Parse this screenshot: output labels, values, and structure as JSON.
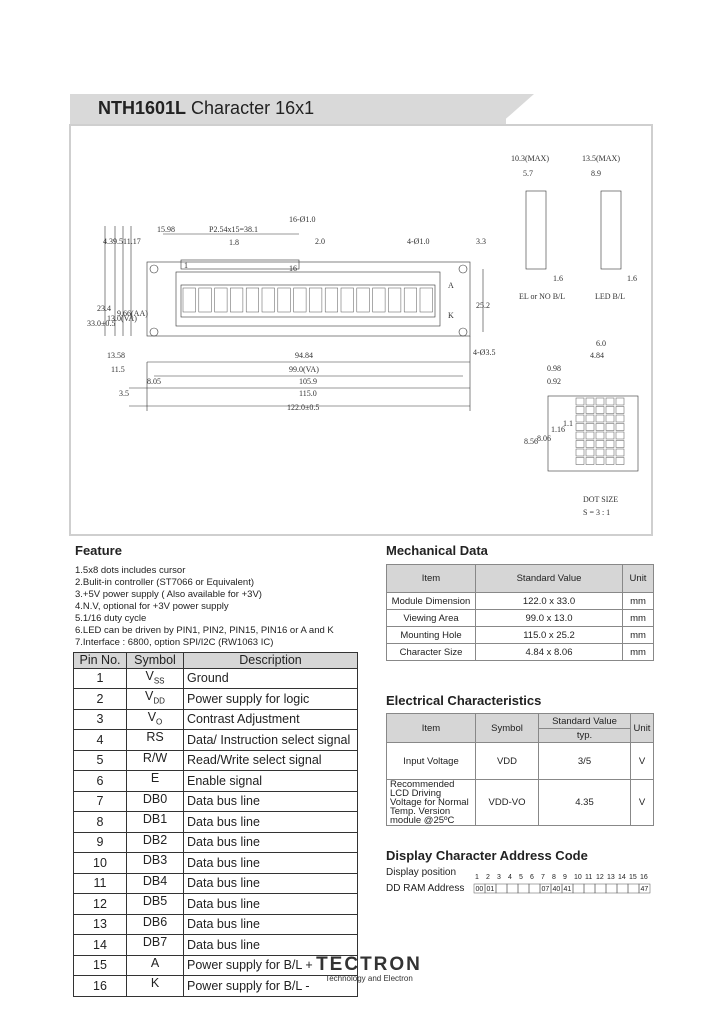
{
  "header": {
    "model": "NTH1601L",
    "subtitle": "Character 16x1"
  },
  "drawing": {
    "top_dims": [
      "15.98",
      "P2.54x15=38.1",
      "16-Ø1.0",
      "1.8",
      "2.0",
      "4-Ø1.0",
      "3.3"
    ],
    "left_dims": [
      "4.3",
      "9.5",
      "11.17",
      "33.0±0.5",
      "23.4",
      "13.0(VA)",
      "9.66(AA)"
    ],
    "right_dims": [
      "25.2",
      "4-Ø3.5"
    ],
    "bottom_dims": [
      "13.58",
      "94.84",
      "11.5",
      "99.0(VA)",
      "8.05",
      "105.9",
      "3.5",
      "115.0",
      "122.0±0.5"
    ],
    "pin_marks": [
      "1",
      "16"
    ],
    "ak": [
      "A",
      "K"
    ],
    "side_views": [
      {
        "top": "10.3(MAX)",
        "inner": "5.7",
        "bottom": "1.6",
        "label": "EL or NO B/L"
      },
      {
        "top": "13.5(MAX)",
        "inner": "8.9",
        "bottom": "1.6",
        "label": "LED B/L"
      }
    ],
    "dot_dims": [
      "6.0",
      "4.84",
      "0.98",
      "0.92",
      "8.56",
      "8.06",
      "1.16",
      "1.1"
    ],
    "dot_size_label": "DOT SIZE",
    "dot_scale": "S = 3 : 1"
  },
  "feature": {
    "title": "Feature",
    "items": [
      "1.5x8 dots includes cursor",
      "2.Bulit-in controller (ST7066 or Equivalent)",
      "3.+5V power supply ( Also available for +3V)",
      "4.N.V, optional for +3V power supply",
      "5.1/16 duty cycle",
      "6.LED can be driven by PIN1, PIN2, PIN15, PIN16 or A and K",
      "7.Interface : 6800, option SPI/I2C (RW1063 IC)"
    ]
  },
  "pin_table": {
    "headers": [
      "Pin No.",
      "Symbol",
      "Description"
    ],
    "rows": [
      {
        "no": "1",
        "sym": "V",
        "sub": "SS",
        "desc": "Ground"
      },
      {
        "no": "2",
        "sym": "V",
        "sub": "DD",
        "desc": "Power supply for logic"
      },
      {
        "no": "3",
        "sym": "V",
        "sub": "O",
        "desc": "Contrast Adjustment"
      },
      {
        "no": "4",
        "sym": "RS",
        "sub": "",
        "desc": "Data/ Instruction  select signal"
      },
      {
        "no": "5",
        "sym": "R/W",
        "sub": "",
        "desc": "Read/Write select signal"
      },
      {
        "no": "6",
        "sym": "E",
        "sub": "",
        "desc": "Enable signal"
      },
      {
        "no": "7",
        "sym": "DB0",
        "sub": "",
        "desc": "Data bus line"
      },
      {
        "no": "8",
        "sym": "DB1",
        "sub": "",
        "desc": "Data bus line"
      },
      {
        "no": "9",
        "sym": "DB2",
        "sub": "",
        "desc": "Data bus line"
      },
      {
        "no": "10",
        "sym": "DB3",
        "sub": "",
        "desc": "Data bus line"
      },
      {
        "no": "11",
        "sym": "DB4",
        "sub": "",
        "desc": "Data bus line"
      },
      {
        "no": "12",
        "sym": "DB5",
        "sub": "",
        "desc": "Data bus line"
      },
      {
        "no": "13",
        "sym": "DB6",
        "sub": "",
        "desc": "Data bus line"
      },
      {
        "no": "14",
        "sym": "DB7",
        "sub": "",
        "desc": "Data bus line"
      },
      {
        "no": "15",
        "sym": "A",
        "sub": "",
        "desc": "Power supply for B/L +"
      },
      {
        "no": "16",
        "sym": "K",
        "sub": "",
        "desc": "Power supply for B/L -"
      }
    ]
  },
  "mechanical": {
    "title": "Mechanical Data",
    "headers": [
      "Item",
      "Standard Value",
      "Unit"
    ],
    "rows": [
      [
        "Module Dimension",
        "122.0 x 33.0",
        "mm"
      ],
      [
        "Viewing Area",
        "99.0 x 13.0",
        "mm"
      ],
      [
        "Mounting Hole",
        "115.0 x 25.2",
        "mm"
      ],
      [
        "Character Size",
        "4.84 x 8.06",
        "mm"
      ]
    ]
  },
  "electrical": {
    "title": "Electrical Characteristics",
    "headers": {
      "item": "Item",
      "symbol": "Symbol",
      "std": "Standard Value",
      "typ": "typ.",
      "unit": "Unit"
    },
    "rows": [
      {
        "item": "Input Voltage",
        "symbol": "VDD",
        "typ": "3/5",
        "unit": "V"
      },
      {
        "item": "Recommended LCD Driving Voltage for Normal Temp. Version module @25ºC",
        "symbol": "VDD-VO",
        "typ": "4.35",
        "unit": "V"
      }
    ]
  },
  "address": {
    "title": "Display Character Address Code",
    "pos_label": "Display position",
    "positions": [
      "1",
      "2",
      "3",
      "4",
      "5",
      "6",
      "7",
      "8",
      "9",
      "10",
      "11",
      "12",
      "13",
      "14",
      "15",
      "16"
    ],
    "ram_label": "DD RAM Address",
    "ram_values": [
      "00",
      "01",
      "",
      "",
      "",
      "",
      "07",
      "40",
      "41",
      "",
      "",
      "",
      "",
      "",
      "",
      "47"
    ]
  },
  "footer": {
    "brand": "TECTRON",
    "tagline": "Technology and Electron"
  }
}
